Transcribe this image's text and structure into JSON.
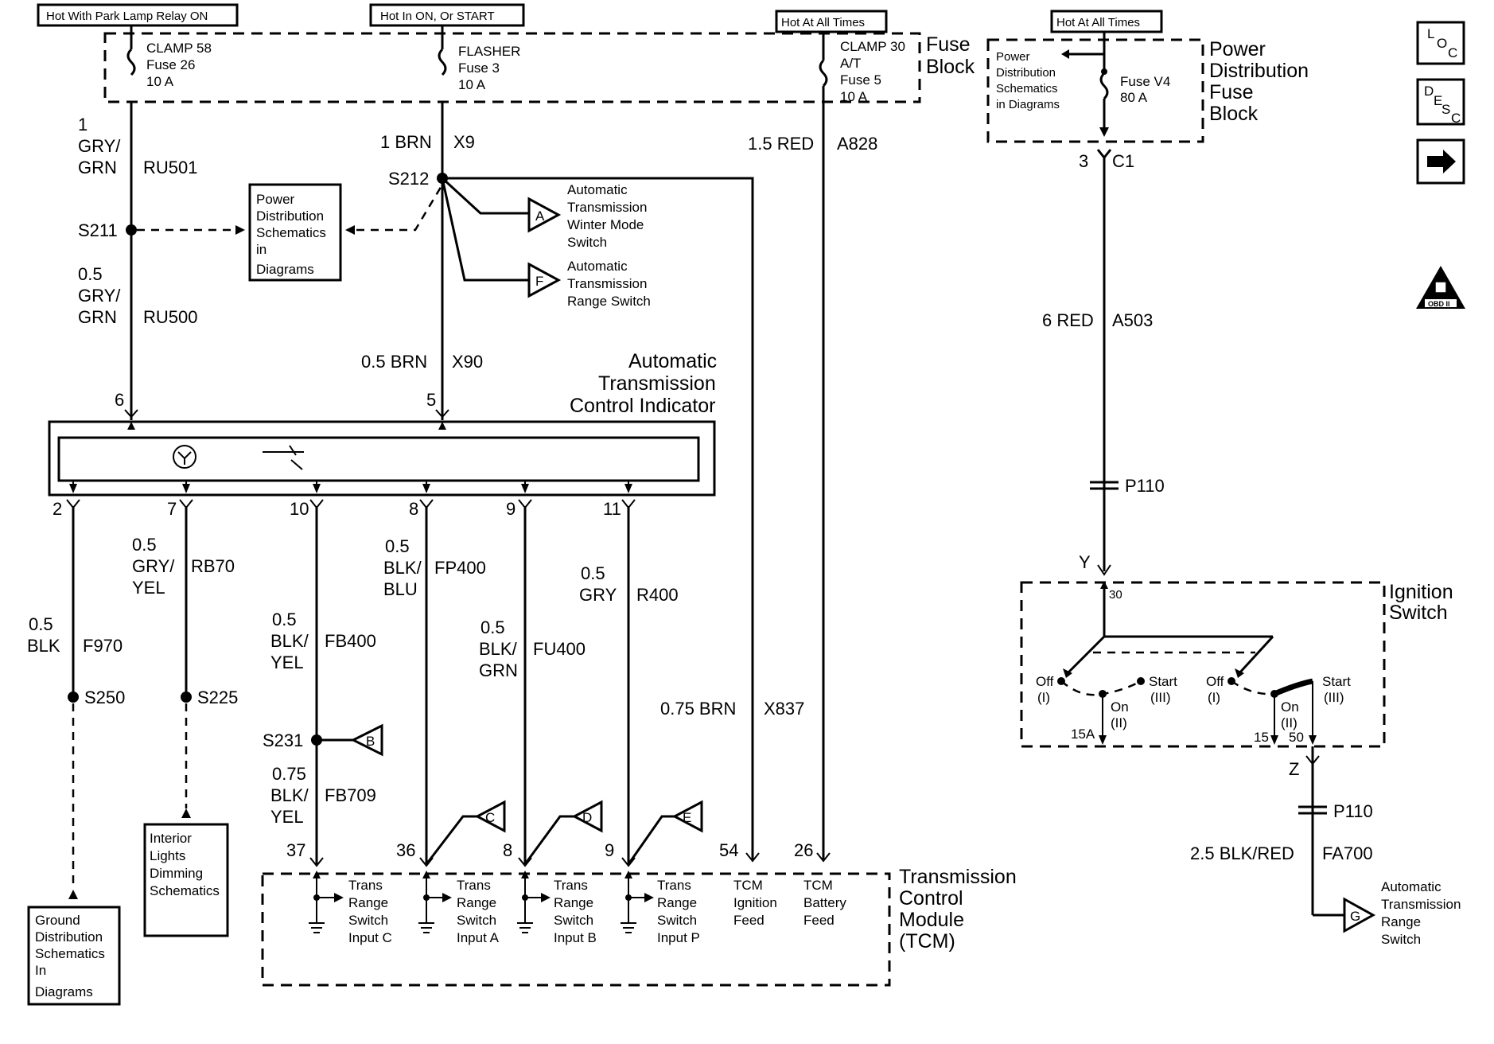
{
  "hot_labels": {
    "park_lamp": "Hot With Park Lamp Relay ON",
    "on_start": "Hot In ON, Or START",
    "at_all_times_1": "Hot At All Times",
    "at_all_times_2": "Hot At All Times"
  },
  "fuse_block": {
    "label_1": "Fuse",
    "label_2": "Block",
    "fuses": [
      {
        "l1": "CLAMP 58",
        "l2": "Fuse 26",
        "l3": "10 A"
      },
      {
        "l1": "FLASHER",
        "l2": "Fuse 3",
        "l3": "10 A"
      },
      {
        "l1": "CLAMP 30",
        "l2": "A/T",
        "l3": "Fuse 5",
        "l4": "10 A"
      }
    ]
  },
  "pdfb": {
    "label_lines": [
      "Power",
      "Distribution",
      "Fuse",
      "Block"
    ],
    "ref_lines": [
      "Power",
      "Distribution",
      "Schematics",
      "in  Diagrams"
    ],
    "fuse_l1": "Fuse V4",
    "fuse_l2": "80 A",
    "conn_pin": "3",
    "conn_name": "C1"
  },
  "wires": {
    "gry_grn_1": {
      "size": "1",
      "color_l1": "GRY/",
      "color_l2": "GRN",
      "circuit": "RU501"
    },
    "gry_grn_05": {
      "size": "0.5",
      "color_l1": "GRY/",
      "color_l2": "GRN",
      "circuit": "RU500"
    },
    "brn_1": {
      "label": "1 BRN",
      "circuit": "X9"
    },
    "brn_05": {
      "label": "0.5 BRN",
      "circuit": "X90"
    },
    "red_15": {
      "label": "1.5 RED",
      "circuit": "A828"
    },
    "red_6": {
      "label": "6 RED",
      "circuit": "A503"
    },
    "blk_f970": {
      "size": "0.5",
      "color": "BLK",
      "circuit": "F970"
    },
    "gry_yel": {
      "size": "0.5",
      "color_l1": "GRY/",
      "color_l2": "YEL",
      "circuit": "RB70"
    },
    "blk_yel_fb400": {
      "size": "0.5",
      "color_l1": "BLK/",
      "color_l2": "YEL",
      "circuit": "FB400"
    },
    "blk_blu": {
      "size": "0.5",
      "color_l1": "BLK/",
      "color_l2": "BLU",
      "circuit": "FP400"
    },
    "blk_grn": {
      "size": "0.5",
      "color_l1": "BLK/",
      "color_l2": "GRN",
      "circuit": "FU400"
    },
    "gry_r400": {
      "size": "0.5",
      "color": "GRY",
      "circuit": "R400"
    },
    "blk_yel_fb709": {
      "size": "0.75",
      "color_l1": "BLK/",
      "color_l2": "YEL",
      "circuit": "FB709"
    },
    "brn_075": {
      "label": "0.75 BRN",
      "circuit": "X837"
    },
    "blk_red": {
      "label": "2.5 BLK/RED",
      "circuit": "FA700"
    }
  },
  "splices": {
    "s211": "S211",
    "s212": "S212",
    "s250": "S250",
    "s225": "S225",
    "s231": "S231"
  },
  "refs": {
    "pds_left": [
      "Power",
      "Distribution",
      "Schematics",
      "in",
      "Diagrams"
    ],
    "interior": [
      "Interior",
      "Lights",
      "Dimming",
      "Schematics"
    ],
    "ground": [
      "Ground",
      "Distribution",
      "Schematics",
      "In",
      "Diagrams"
    ]
  },
  "offpage": {
    "A": {
      "letter": "A",
      "lines": [
        "Automatic",
        "Transmission",
        "Winter Mode",
        "Switch"
      ]
    },
    "F": {
      "letter": "F",
      "lines": [
        "Automatic",
        "Transmission",
        "Range Switch"
      ]
    },
    "B": {
      "letter": "B"
    },
    "C": {
      "letter": "C"
    },
    "D": {
      "letter": "D"
    },
    "E": {
      "letter": "E"
    },
    "G": {
      "letter": "G",
      "lines": [
        "Automatic",
        "Transmission",
        "Range",
        "Switch"
      ]
    }
  },
  "indicator": {
    "label_lines": [
      "Automatic",
      "Transmission",
      "Control Indicator"
    ],
    "top_pins": [
      "6",
      "5"
    ],
    "bottom_pins": [
      "2",
      "7",
      "10",
      "8",
      "9",
      "11"
    ]
  },
  "tcm": {
    "label_lines": [
      "Transmission",
      "Control",
      "Module",
      "(TCM)"
    ],
    "pins": [
      "37",
      "36",
      "8",
      "9",
      "54",
      "26"
    ],
    "inputs": [
      [
        "Trans",
        "Range",
        "Switch",
        "Input C"
      ],
      [
        "Trans",
        "Range",
        "Switch",
        "Input A"
      ],
      [
        "Trans",
        "Range",
        "Switch",
        "Input B"
      ],
      [
        "Trans",
        "Range",
        "Switch",
        "Input P"
      ],
      [
        "TCM",
        "Ignition",
        "Feed"
      ],
      [
        "TCM",
        "Battery",
        "Feed"
      ]
    ]
  },
  "ignition": {
    "label_1": "Ignition",
    "label_2": "Switch",
    "conn_in": "Y",
    "terminal_30": "30",
    "off_l": "Off",
    "off_n": "(I)",
    "on_l": "On",
    "on_n": "(II)",
    "start_l": "Start",
    "start_n": "(III)",
    "term_15a": "15A",
    "term_15": "15",
    "term_50": "50",
    "conn_out": "Z"
  },
  "inline_connectors": {
    "p110_top": "P110",
    "p110_bottom": "P110"
  },
  "side_icons": {
    "loc_letters": [
      "L",
      "O",
      "C"
    ],
    "desc_letters": [
      "D",
      "E",
      "S",
      "C"
    ],
    "obd": "OBD II"
  }
}
